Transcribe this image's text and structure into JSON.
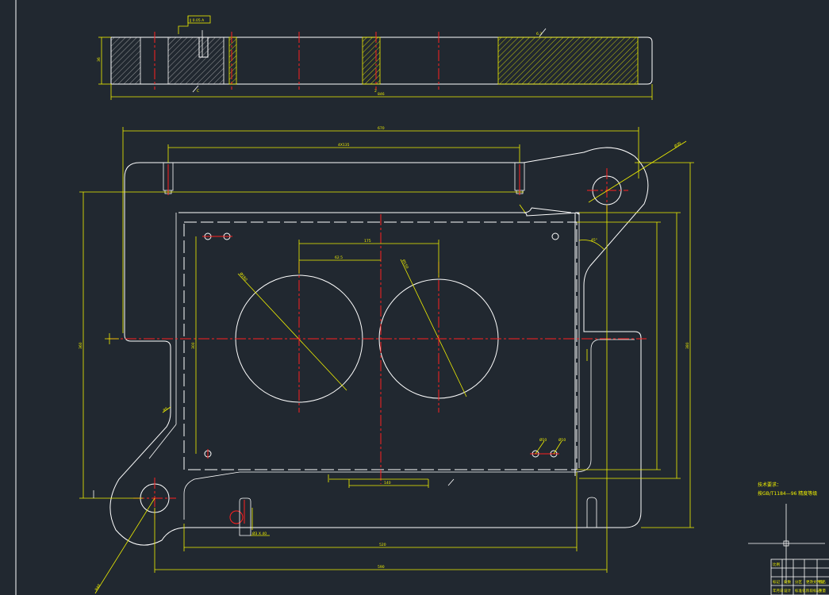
{
  "drawing": {
    "colors": {
      "background": "#212830",
      "outline": "#ffffff",
      "dimension": "#f0f000",
      "centerline": "#ff2020"
    },
    "dimensions": {
      "side_overall": "846",
      "side_height": "36",
      "plan_top_width": "670",
      "hole_pitch": "4X135",
      "center_spacing": "175",
      "center_offset": "62.5",
      "bottom_width": "520",
      "bottom_overall": "590",
      "hole_spacing_bottom": "140",
      "plan_height_left": "360",
      "plan_height_right": "380",
      "plan_height_inner": "300",
      "bore_dia_left": "Ø160",
      "bore_dia_right": "Ø150",
      "ear_radius": "R40",
      "ear_hole": "Ø30",
      "corner_radius": "R5",
      "angle": "45°",
      "side_label_left": "C",
      "side_label_mid": "2",
      "slot_label": "Ø3 X 40",
      "hole_label_a": "Ø10",
      "hole_label_b": "Ø10",
      "roughness": "6.3"
    },
    "tolerance_frame": "∥ 0.05 A",
    "notes": {
      "line1": "技术要求：",
      "line2": "按GB/T1184—96 精度等级"
    },
    "title_block": {
      "cells": [
        "标记",
        "处数",
        "分区",
        "更改文件号",
        "签名",
        "年月日",
        "设计",
        "标准化",
        "阶段标记",
        "重量",
        "比例",
        ""
      ]
    }
  }
}
